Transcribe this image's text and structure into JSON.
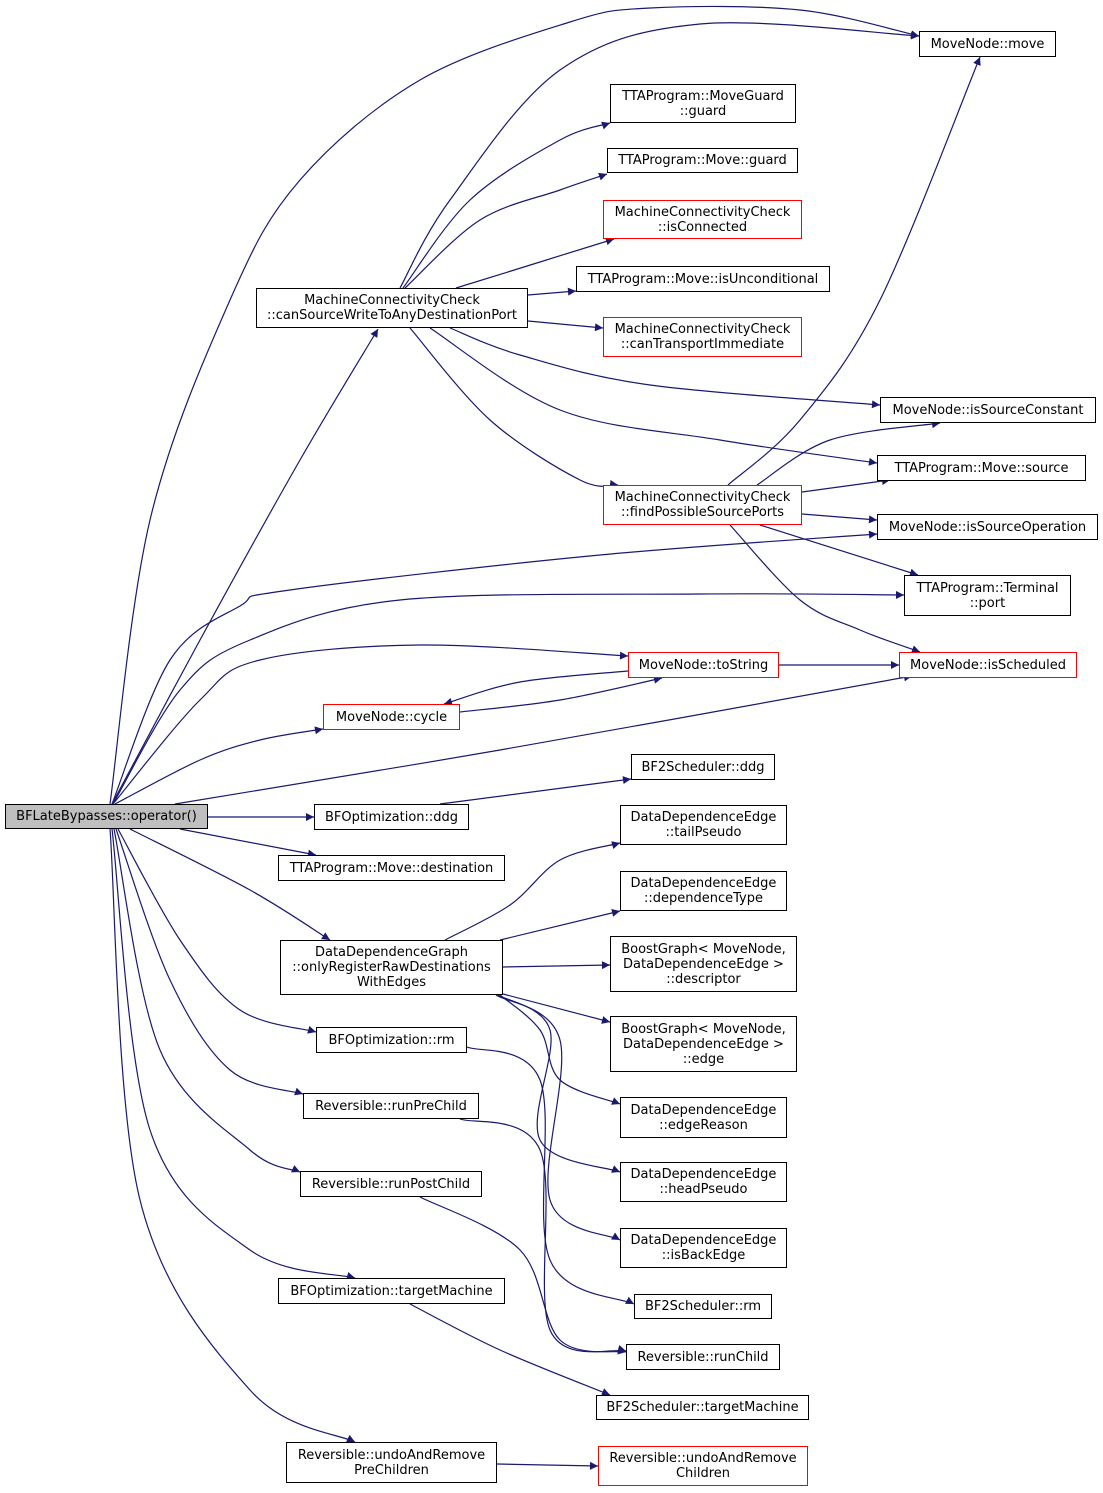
{
  "colors": {
    "edge": "#191970",
    "incomplete_border": "#ff0000",
    "root_fill": "#bfbfbf"
  },
  "nodes": {
    "root": {
      "lines": [
        "BFLateBypasses::operator()"
      ],
      "incomplete": false
    },
    "movenode_move": {
      "lines": [
        "MoveNode::move"
      ],
      "incomplete": false
    },
    "moveguard_guard": {
      "lines": [
        "TTAProgram::MoveGuard",
        "::guard"
      ],
      "incomplete": false
    },
    "move_guard": {
      "lines": [
        "TTAProgram::Move::guard"
      ],
      "incomplete": false
    },
    "mcc_isconnected": {
      "lines": [
        "MachineConnectivityCheck",
        "::isConnected"
      ],
      "incomplete": true
    },
    "move_isunconditional": {
      "lines": [
        "TTAProgram::Move::isUnconditional"
      ],
      "incomplete": false
    },
    "mcc_canwrite": {
      "lines": [
        "MachineConnectivityCheck",
        "::canSourceWriteToAnyDestinationPort"
      ],
      "incomplete": false
    },
    "mcc_cantransport": {
      "lines": [
        "MachineConnectivityCheck",
        "::canTransportImmediate"
      ],
      "incomplete": true
    },
    "movenode_issourceconstant": {
      "lines": [
        "MoveNode::isSourceConstant"
      ],
      "incomplete": false
    },
    "move_source": {
      "lines": [
        "TTAProgram::Move::source"
      ],
      "incomplete": false
    },
    "mcc_findports": {
      "lines": [
        "MachineConnectivityCheck",
        "::findPossibleSourcePorts"
      ],
      "incomplete": true
    },
    "movenode_issourceoperation": {
      "lines": [
        "MoveNode::isSourceOperation"
      ],
      "incomplete": false
    },
    "terminal_port": {
      "lines": [
        "TTAProgram::Terminal",
        "::port"
      ],
      "incomplete": false
    },
    "movenode_tostring": {
      "lines": [
        "MoveNode::toString"
      ],
      "incomplete": true
    },
    "movenode_isscheduled": {
      "lines": [
        "MoveNode::isScheduled"
      ],
      "incomplete": true
    },
    "movenode_cycle": {
      "lines": [
        "MoveNode::cycle"
      ],
      "incomplete": true
    },
    "bf2_ddg": {
      "lines": [
        "BF2Scheduler::ddg"
      ],
      "incomplete": false
    },
    "bfopt_ddg": {
      "lines": [
        "BFOptimization::ddg"
      ],
      "incomplete": false
    },
    "move_destination": {
      "lines": [
        "TTAProgram::Move::destination"
      ],
      "incomplete": false
    },
    "dde_tailpseudo": {
      "lines": [
        "DataDependenceEdge",
        "::tailPseudo"
      ],
      "incomplete": false
    },
    "dde_dependencetype": {
      "lines": [
        "DataDependenceEdge",
        "::dependenceType"
      ],
      "incomplete": false
    },
    "ddg_onlyregister": {
      "lines": [
        "DataDependenceGraph",
        "::onlyRegisterRawDestinations",
        "WithEdges"
      ],
      "incomplete": false
    },
    "bg_descriptor": {
      "lines": [
        "BoostGraph< MoveNode,",
        "DataDependenceEdge >",
        "::descriptor"
      ],
      "incomplete": false
    },
    "bg_edge": {
      "lines": [
        "BoostGraph< MoveNode,",
        "DataDependenceEdge >",
        "::edge"
      ],
      "incomplete": false
    },
    "bfopt_rm": {
      "lines": [
        "BFOptimization::rm"
      ],
      "incomplete": false
    },
    "dde_edgereason": {
      "lines": [
        "DataDependenceEdge",
        "::edgeReason"
      ],
      "incomplete": false
    },
    "rev_runprechild": {
      "lines": [
        "Reversible::runPreChild"
      ],
      "incomplete": false
    },
    "dde_headpseudo": {
      "lines": [
        "DataDependenceEdge",
        "::headPseudo"
      ],
      "incomplete": false
    },
    "rev_runpostchild": {
      "lines": [
        "Reversible::runPostChild"
      ],
      "incomplete": false
    },
    "dde_isbackedge": {
      "lines": [
        "DataDependenceEdge",
        "::isBackEdge"
      ],
      "incomplete": false
    },
    "bfopt_targetmachine": {
      "lines": [
        "BFOptimization::targetMachine"
      ],
      "incomplete": false
    },
    "bf2_rm": {
      "lines": [
        "BF2Scheduler::rm"
      ],
      "incomplete": false
    },
    "rev_runchild": {
      "lines": [
        "Reversible::runChild"
      ],
      "incomplete": false
    },
    "bf2_targetmachine": {
      "lines": [
        "BF2Scheduler::targetMachine"
      ],
      "incomplete": false
    },
    "rev_undoprechildren": {
      "lines": [
        "Reversible::undoAndRemove",
        "PreChildren"
      ],
      "incomplete": false
    },
    "rev_undochildren": {
      "lines": [
        "Reversible::undoAndRemove",
        "Children"
      ],
      "incomplete": true
    }
  },
  "edges": [
    [
      "root",
      "movenode_move"
    ],
    [
      "root",
      "mcc_canwrite"
    ],
    [
      "root",
      "movenode_issourceoperation"
    ],
    [
      "root",
      "terminal_port"
    ],
    [
      "root",
      "movenode_tostring"
    ],
    [
      "root",
      "movenode_cycle"
    ],
    [
      "root",
      "movenode_isscheduled"
    ],
    [
      "root",
      "bfopt_ddg"
    ],
    [
      "root",
      "move_destination"
    ],
    [
      "root",
      "ddg_onlyregister"
    ],
    [
      "root",
      "bfopt_rm"
    ],
    [
      "root",
      "rev_runprechild"
    ],
    [
      "root",
      "rev_runpostchild"
    ],
    [
      "root",
      "bfopt_targetmachine"
    ],
    [
      "root",
      "rev_undoprechildren"
    ],
    [
      "mcc_canwrite",
      "movenode_move"
    ],
    [
      "mcc_canwrite",
      "moveguard_guard"
    ],
    [
      "mcc_canwrite",
      "move_guard"
    ],
    [
      "mcc_canwrite",
      "mcc_isconnected"
    ],
    [
      "mcc_canwrite",
      "move_isunconditional"
    ],
    [
      "mcc_canwrite",
      "mcc_cantransport"
    ],
    [
      "mcc_canwrite",
      "movenode_issourceconstant"
    ],
    [
      "mcc_canwrite",
      "move_source"
    ],
    [
      "mcc_canwrite",
      "mcc_findports"
    ],
    [
      "mcc_findports",
      "movenode_move"
    ],
    [
      "mcc_findports",
      "movenode_issourceconstant"
    ],
    [
      "mcc_findports",
      "move_source"
    ],
    [
      "mcc_findports",
      "movenode_issourceoperation"
    ],
    [
      "mcc_findports",
      "terminal_port"
    ],
    [
      "mcc_findports",
      "movenode_isscheduled"
    ],
    [
      "movenode_tostring",
      "movenode_isscheduled"
    ],
    [
      "movenode_tostring",
      "movenode_cycle"
    ],
    [
      "movenode_cycle",
      "movenode_tostring"
    ],
    [
      "bfopt_ddg",
      "bf2_ddg"
    ],
    [
      "ddg_onlyregister",
      "dde_tailpseudo"
    ],
    [
      "ddg_onlyregister",
      "dde_dependencetype"
    ],
    [
      "ddg_onlyregister",
      "bg_descriptor"
    ],
    [
      "ddg_onlyregister",
      "bg_edge"
    ],
    [
      "ddg_onlyregister",
      "dde_edgereason"
    ],
    [
      "ddg_onlyregister",
      "dde_headpseudo"
    ],
    [
      "ddg_onlyregister",
      "dde_isbackedge"
    ],
    [
      "bfopt_rm",
      "bf2_rm"
    ],
    [
      "rev_runprechild",
      "rev_runchild"
    ],
    [
      "rev_runpostchild",
      "rev_runchild"
    ],
    [
      "bfopt_targetmachine",
      "bf2_targetmachine"
    ],
    [
      "rev_undoprechildren",
      "rev_undochildren"
    ]
  ]
}
